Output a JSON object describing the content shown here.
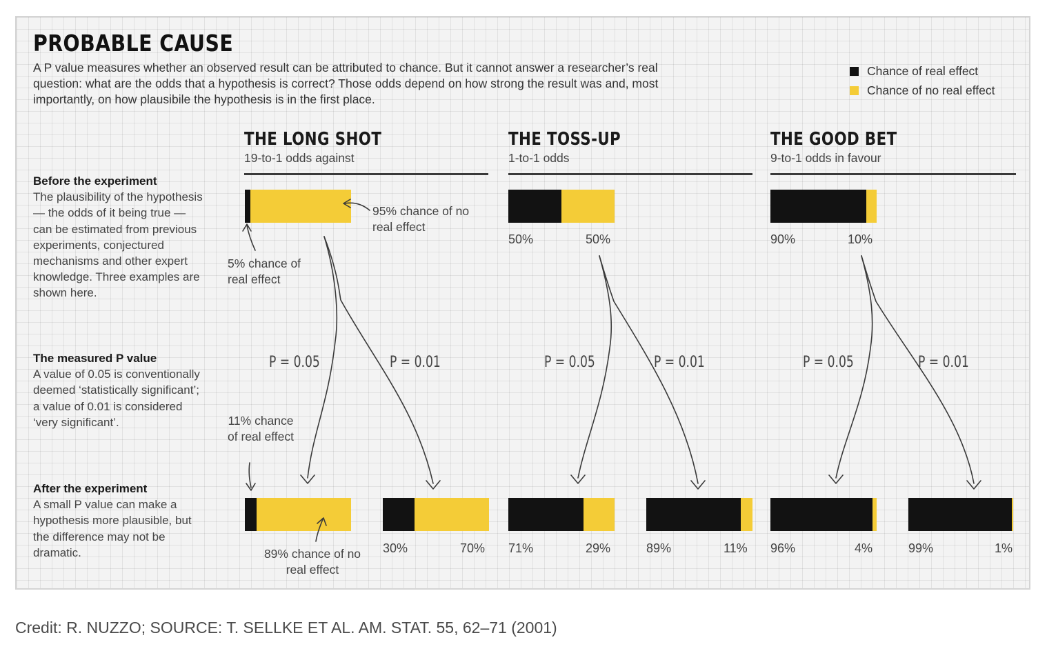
{
  "title": "PROBABLE CAUSE",
  "intro": "A P value measures whether an observed result can be attributed to chance. But it cannot answer a researcher’s real question: what are the odds that a hypothesis is correct? Those odds depend on how strong the result was and, most importantly, on how plausibile the hypothesis is in the first place.",
  "legend": {
    "real": "Chance of real effect",
    "none": "Chance of no real effect"
  },
  "colors": {
    "real": "#121212",
    "none": "#f4cc37"
  },
  "side": {
    "before": {
      "heading": "Before the experiment",
      "body": "The plausibility of the hypothesis — the odds of it being true — can be estimated from previous experiments, conjectured mechanisms and other expert knowledge. Three examples are shown here."
    },
    "pvalue": {
      "heading": "The measured P value",
      "body": "A value of 0.05 is conventionally deemed ‘statistically significant’; a value of 0.01 is considered ‘very significant’."
    },
    "after": {
      "heading": "After the experiment",
      "body": "A small P value can make a hypothesis more plausible, but the difference may not be dramatic."
    }
  },
  "columns": [
    {
      "title": "THE LONG SHOT",
      "subtitle": "19-to-1 odds against",
      "before": {
        "real": 5,
        "none": 95
      },
      "p05": {
        "label": "P = 0.05",
        "real": 11,
        "none": 89
      },
      "p01": {
        "label": "P = 0.01",
        "real": 30,
        "none": 70,
        "real_label": "30%",
        "none_label": "70%"
      }
    },
    {
      "title": "THE TOSS-UP",
      "subtitle": "1-to-1 odds",
      "before": {
        "real": 50,
        "none": 50,
        "real_label": "50%",
        "none_label": "50%"
      },
      "p05": {
        "label": "P = 0.05",
        "real": 71,
        "none": 29,
        "real_label": "71%",
        "none_label": "29%"
      },
      "p01": {
        "label": "P = 0.01",
        "real": 89,
        "none": 11,
        "real_label": "89%",
        "none_label": "11%"
      }
    },
    {
      "title": "THE GOOD BET",
      "subtitle": "9-to-1 odds in favour",
      "before": {
        "real": 90,
        "none": 10,
        "real_label": "90%",
        "none_label": "10%"
      },
      "p05": {
        "label": "P = 0.05",
        "real": 96,
        "none": 4,
        "real_label": "96%",
        "none_label": "4%"
      },
      "p01": {
        "label": "P = 0.01",
        "real": 99,
        "none": 1,
        "real_label": "99%",
        "none_label": "1%"
      }
    }
  ],
  "annotations": {
    "long_before_none": "95% chance of no real effect",
    "long_before_real": "5% chance of real effect",
    "long_p05_real": "11% chance of real effect",
    "long_p05_none": "89% chance of no real effect"
  },
  "credit": "Credit: R. NUZZO; SOURCE: T. SELLKE ET AL. AM. STAT. 55, 62–71 (2001)"
}
